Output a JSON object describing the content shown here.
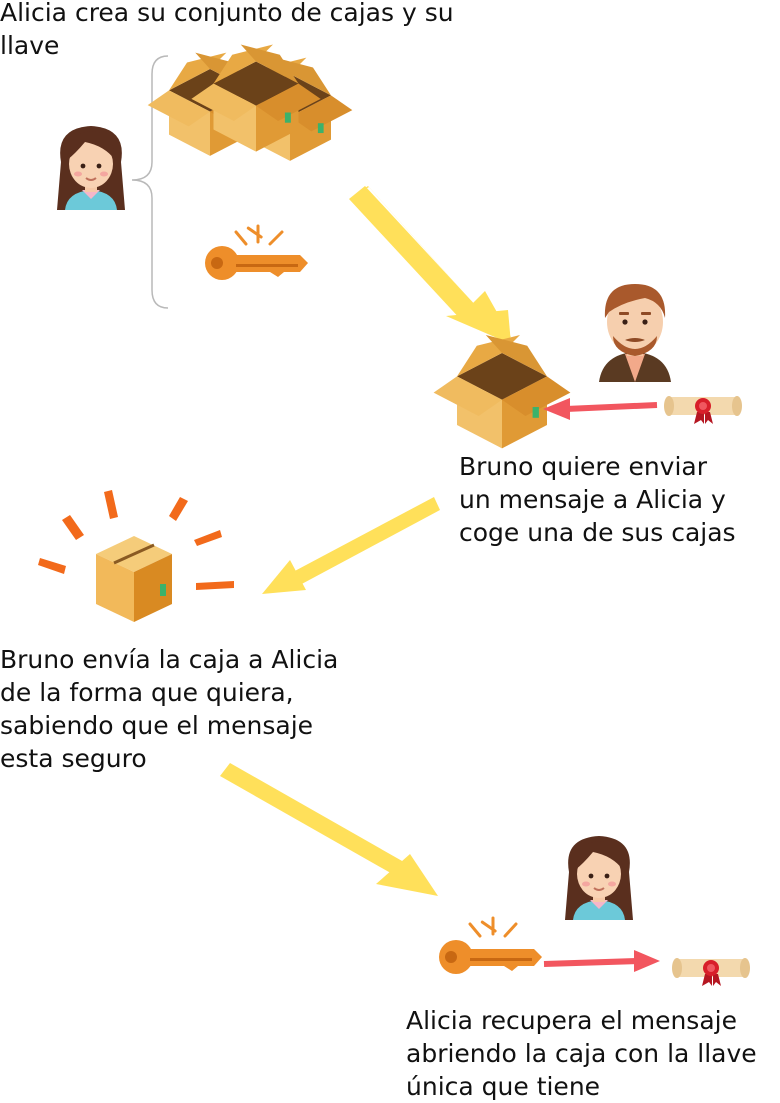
{
  "steps": [
    {
      "caption": "Alicia crea su conjunto de cajas y su\nllave"
    },
    {
      "caption": "Bruno quiere enviar\nun mensaje a Alicia y\ncoge una de sus cajas"
    },
    {
      "caption": "Bruno envía la caja a Alicia\nde la forma que quiera,\nsabiendo que el mensaje\nesta seguro"
    },
    {
      "caption": "Alicia recupera el mensaje\nabriendo la caja con la llave\núnica que tiene"
    }
  ],
  "colors": {
    "flow_arrow": "#FFE05A",
    "message_arrow": "#F2565F",
    "box_light": "#F2C16A",
    "box_mid": "#E5A03A",
    "box_dark": "#8A5A22",
    "key": "#EE8E2A",
    "confetti": "#F26A1B",
    "scroll": "#F3D9AE",
    "seal": "#D81F2A"
  },
  "icons": [
    "alicia-avatar-icon",
    "bruno-avatar-icon",
    "box-icon",
    "key-icon",
    "scroll-message-icon",
    "brace-icon",
    "confetti-icon"
  ]
}
